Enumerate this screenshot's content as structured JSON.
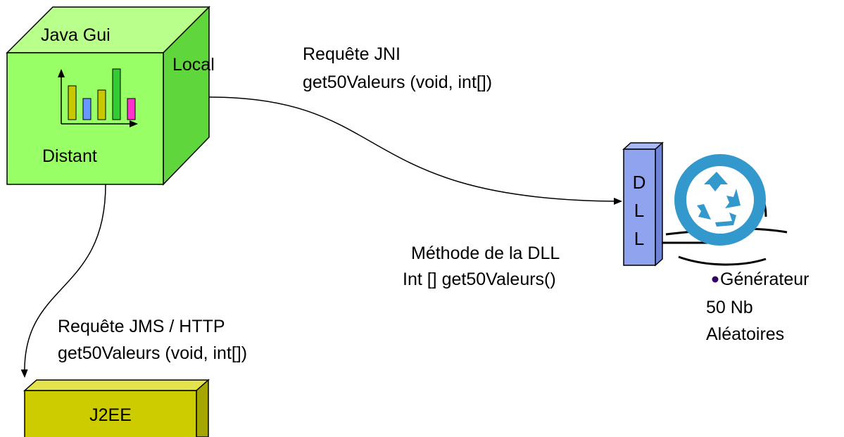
{
  "java_box": {
    "title": "Java Gui",
    "side_label": "Local",
    "bottom_label": "Distant",
    "face_color": "#99ff66",
    "mini_bars": [
      {
        "value": 4,
        "color": "#c8c800"
      },
      {
        "value": 2.5,
        "color": "#6699ff"
      },
      {
        "value": 3.5,
        "color": "#c8c800"
      },
      {
        "value": 6,
        "color": "#33cc33"
      },
      {
        "value": 2.5,
        "color": "#ff33cc"
      }
    ]
  },
  "jni_request": {
    "line1": "Requête JNI",
    "line2": "get50Valeurs (void, int[])"
  },
  "dll": {
    "letters": [
      "D",
      "L",
      "L"
    ],
    "color": "#8fa3ee",
    "method_line1": "Méthode de la DLL",
    "method_line2": "Int [] get50Valeurs()"
  },
  "generator": {
    "icon": "recycle-icon",
    "color": "#3399cc",
    "line1": "Générateur",
    "line2": "50 Nb",
    "line3": "Aléatoires"
  },
  "jms_request": {
    "line1": "Requête JMS / HTTP",
    "line2": "get50Valeurs (void, int[])"
  },
  "j2ee": {
    "label": "J2EE",
    "color": "#cccc00"
  }
}
